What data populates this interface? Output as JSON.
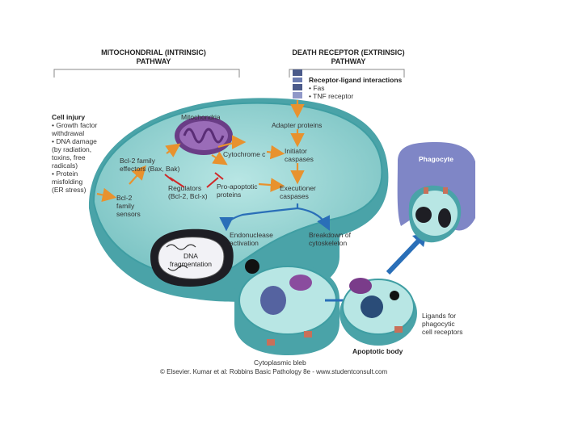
{
  "headers": {
    "intrinsic": [
      "MITOCHONDRIAL (INTRINSIC)",
      "PATHWAY"
    ],
    "extrinsic": [
      "DEATH RECEPTOR (EXTRINSIC)",
      "PATHWAY"
    ]
  },
  "cell_injury": {
    "title": "Cell injury",
    "items": [
      "• Growth factor",
      "  withdrawal",
      "• DNA damage",
      "  (by radiation,",
      "  toxins, free",
      "  radicals)",
      "• Protein",
      "  misfolding",
      "  (ER stress)"
    ]
  },
  "receptor": {
    "title": "Receptor-ligand interactions",
    "items": [
      "• Fas",
      "• TNF receptor"
    ]
  },
  "labels": {
    "mitochondria": "Mitochondria",
    "bcl2_effectors": [
      "Bcl-2 family",
      "effectors (Bax, Bak)"
    ],
    "bcl2_sensors": [
      "Bcl-2",
      "family",
      "sensors"
    ],
    "regulators": [
      "Regulators",
      "(Bcl-2, Bcl-x)"
    ],
    "pro_apoptotic": [
      "Pro-apoptotic",
      "proteins"
    ],
    "cytochrome_c": "Cytochrome c",
    "adapter_proteins": "Adapter proteins",
    "initiator_caspases": [
      "Initiator",
      "caspases"
    ],
    "executioner_caspases": [
      "Executioner",
      "caspases"
    ],
    "endonuclease": [
      "Endonuclease",
      "activation"
    ],
    "cytoskeleton": [
      "Breakdown of",
      "cytoskeleton"
    ],
    "dna_fragmentation": [
      "DNA",
      "fragmentation"
    ],
    "phagocyte": "Phagocyte",
    "ligands": [
      "Ligands for",
      "phagocytic",
      "cell receptors"
    ],
    "cytoplasmic_bleb": "Cytoplasmic bleb",
    "apoptotic_body": "Apoptotic body"
  },
  "credit": "© Elsevier. Kumar et al: Robbins Basic Pathology 8e - www.studentconsult.com",
  "colors": {
    "cell_fill": "#8fd0cf",
    "cell_rim": "#3f9ea3",
    "arrow_orange": "#e8922e",
    "arrow_blue": "#2a6fb8",
    "phagocyte": "#7f86c6",
    "mito": "#7a4c96",
    "inhibit_red": "#d02828",
    "nucleus_dark": "#1e1e24"
  }
}
